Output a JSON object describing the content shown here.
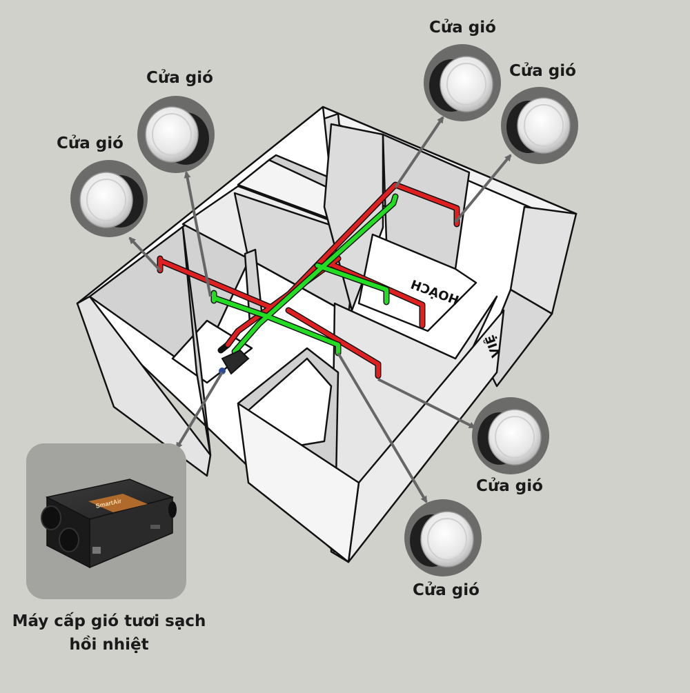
{
  "vents": {
    "vent_1": "Cửa gió",
    "vent_2": "Cửa gió",
    "vent_3": "Cửa gió",
    "vent_4": "Cửa gió",
    "vent_5": "Cửa gió",
    "vent_6": "Cửa gió"
  },
  "device": {
    "caption_line1": "Máy cấp gió tươi sạch",
    "caption_line2": "hồi nhiệt",
    "brand": "SmartAir"
  },
  "room_labels": {
    "room_a": "HOẠCH",
    "room_b": "VIỆ"
  },
  "colors": {
    "supply_duct": "#e02020",
    "return_duct": "#22dd22",
    "background": "#d1d1cc",
    "arrow": "#666666",
    "vent_badge": "#6b6b69"
  }
}
